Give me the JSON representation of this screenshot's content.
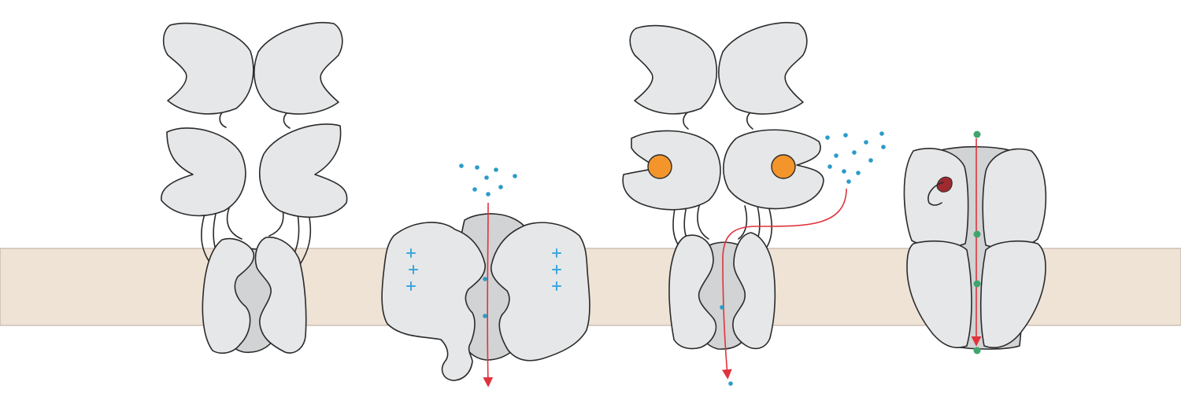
{
  "colors": {
    "membrane": "#efe3d6",
    "membrane_edge": "#b8aa9c",
    "protein_fill": "#e6e7e8",
    "pore_fill": "#d1d3d4",
    "outline": "#2b2b2b",
    "ion": "#2a9bc9",
    "permeation_arrow": "#e0333c",
    "charge_sign": "#3ba7dc",
    "bound_ligand": "#f4952c",
    "binding_site": "#9e2a2f",
    "marker_dot": "#3fa46f"
  },
  "panels": [
    {
      "name": "closed-channel-with-extracellular-domains",
      "ligand_bound": false,
      "permeation": false
    },
    {
      "name": "voltage-gated-channel",
      "charge_signs": "+",
      "charge_count": 6,
      "permeation": true
    },
    {
      "name": "ligand-bound-open-channel",
      "ligand_bound": true,
      "permeation": true
    },
    {
      "name": "pentameric-channel-side-view",
      "marker_count": 4,
      "permeation": true
    }
  ]
}
